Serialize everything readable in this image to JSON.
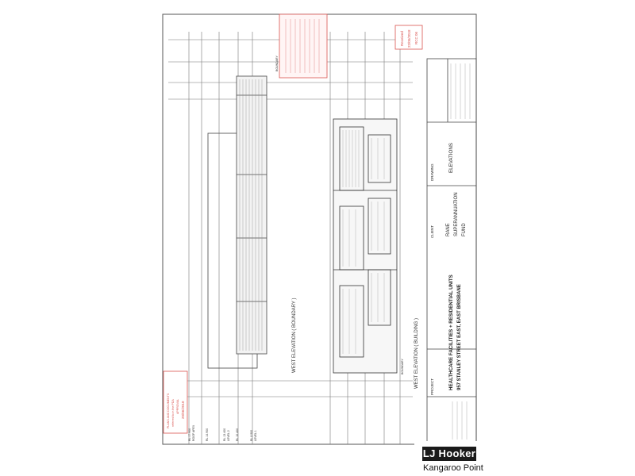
{
  "brand": {
    "logo_text": "LJ Hooker",
    "office": "Kangaroo Point"
  },
  "colors": {
    "stamp_red": "#d9534f",
    "line": "#555555",
    "paper": "#ffffff"
  },
  "stamps": {
    "received_label": "Received",
    "received_date": "22/05/2018",
    "received_code": "RCC 06",
    "plans_line1": "PLANS AND DOCUMENTS",
    "plans_line2": "referred to in the PDA",
    "plans_line3": "APPROVAL",
    "plans_date": "20/06/2018"
  },
  "title_block": {
    "project_label": "PROJECT",
    "project_line1": "HEALTHCARE FACILITIES + RESIDENTIAL UNITS",
    "project_line2": "957 STANLEY STREET EAST, EAST BRISBANE",
    "client_label": "CLIENT",
    "client_line1": "RANE",
    "client_line2": "SUPERANNUATION",
    "client_line3": "FUND",
    "drawing_label": "DRAWING",
    "drawing_title": "ELEVATIONS"
  },
  "elevations": {
    "upper_title": "WEST ELEVATION ( BOUNDARY )",
    "lower_title": "WEST ELEVATION ( BUILDING )",
    "boundary_label": "BOUNDARY"
  },
  "levels": {
    "roof_apex": "ROOF APEX",
    "level_2": "LEVEL 2",
    "level_1": "LEVEL 1",
    "rl_roof": "RL 17.900",
    "rl_14": "RL 14.900",
    "rl_13": "RL 13.400",
    "rl_10": "RL 10.400",
    "rl_8": "RL 8.900"
  }
}
